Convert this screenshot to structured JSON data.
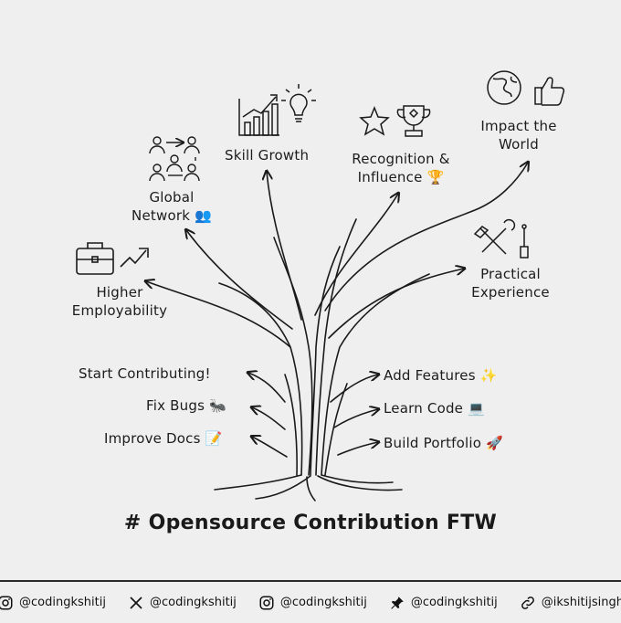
{
  "outcomes": {
    "higher_employability": [
      "Higher",
      "Employability"
    ],
    "global_network": [
      "Global",
      "Network"
    ],
    "skill_growth": "Skill Growth",
    "recognition": [
      "Recognition &",
      "Influence"
    ],
    "impact": [
      "Impact the",
      "World"
    ],
    "practical": [
      "Practical",
      "Experience"
    ]
  },
  "left_actions": [
    "Start Contributing!",
    "Fix Bugs",
    "Improve Docs"
  ],
  "right_actions": [
    "Add Features",
    "Learn Code",
    "Build Portfolio"
  ],
  "emojis": {
    "network": "👥",
    "recognition": "🏆",
    "fix_bugs": "🐜",
    "improve_docs": "📝",
    "add_features": "✨",
    "learn_code": "💻",
    "build_portfolio": "🚀"
  },
  "headline": "# Opensource Contribution FTW",
  "socials": [
    {
      "icon": "instagram-icon",
      "handle": "@codingkshitij"
    },
    {
      "icon": "x-icon",
      "handle": "@codingkshitij"
    },
    {
      "icon": "instagram-icon",
      "handle": "@codingkshitij"
    },
    {
      "icon": "pin-icon",
      "handle": "@codingkshitij"
    },
    {
      "icon": "link-icon",
      "handle": "@ikshitijsingh"
    }
  ]
}
